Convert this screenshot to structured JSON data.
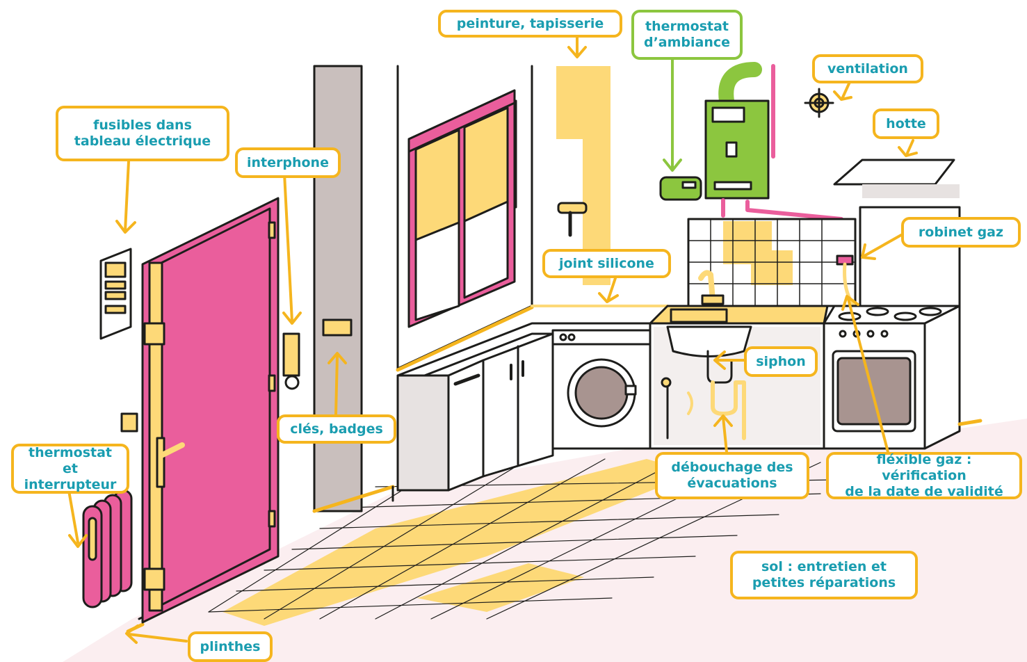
{
  "labels": {
    "peinture": "peinture, tapisserie",
    "thermostat_ambiance": "thermostat\nd’ambiance",
    "ventilation": "ventilation",
    "hotte": "hotte",
    "fusibles": "fusibles dans\ntableau électrique",
    "interphone": "interphone",
    "robinet_gaz": "robinet gaz",
    "joint_silicone": "joint silicone",
    "siphon": "siphon",
    "cles_badges": "clés, badges",
    "thermostat_interrupteur": "thermostat et\ninterrupteur",
    "debouchage": "débouchage des\névacuations",
    "flexible_gaz": "fléxible gaz : vérification\nde la date de validité",
    "sol": "sol : entretien et\npetites réparations",
    "plinthes": "plinthes"
  },
  "colors": {
    "label_border": "#f5b51e",
    "label_border_thermostat": "#8cc63f",
    "label_text": "#1a9db0",
    "door": "#ea5e9c",
    "boiler": "#8cc63f",
    "highlight": "#fdd978",
    "floor": "#fbeef0",
    "column": "#c9bfbd",
    "outline": "#1d1d1b"
  }
}
